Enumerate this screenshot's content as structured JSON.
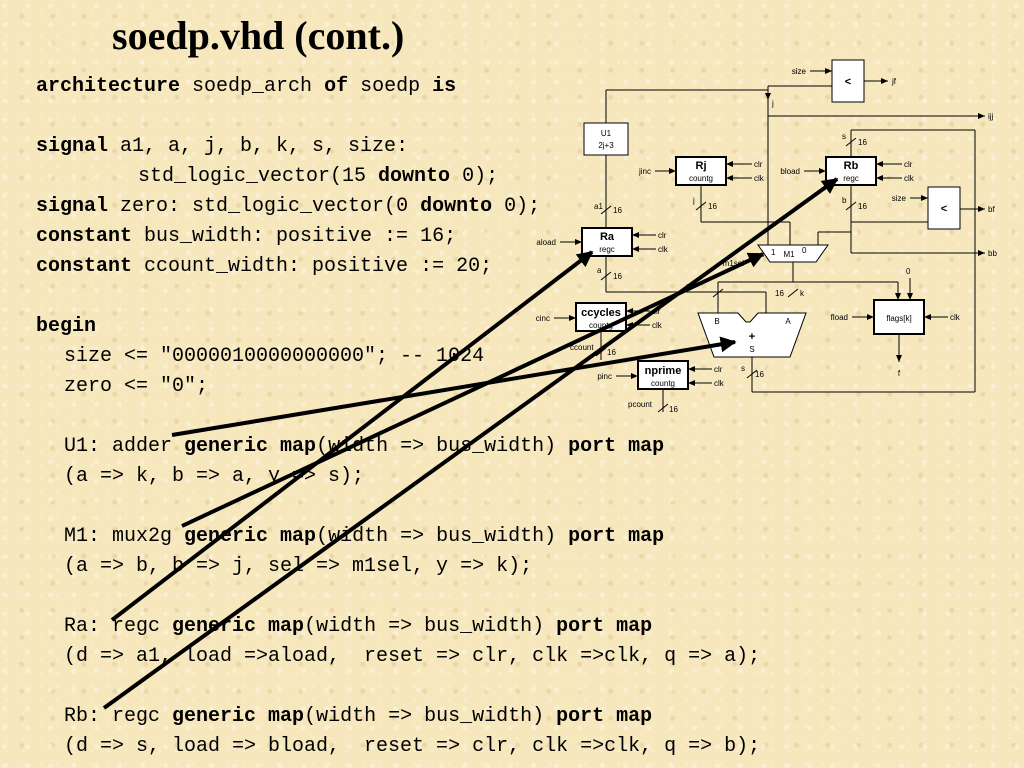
{
  "title": "soedp.vhd  (cont.)",
  "code": {
    "l1": {
      "k1": "architecture",
      "t1": " soedp_arch ",
      "k2": "of",
      "t2": " soedp ",
      "k3": "is"
    },
    "l2": {
      "k1": "signal",
      "t1": " a1, a, j, b, k, s, size:"
    },
    "l3": {
      "t1": "std_logic_vector(15 ",
      "k1": "downto",
      "t2": " 0);"
    },
    "l4": {
      "k1": "signal",
      "t1": " zero: std_logic_vector(0 ",
      "k2": "downto",
      "t2": " 0);"
    },
    "l5": {
      "k1": "constant",
      "t1": " bus_width: positive := 16;"
    },
    "l6": {
      "k1": "constant",
      "t1": " ccount_width: positive := 20;"
    },
    "l7": {
      "k1": "begin"
    },
    "l8": {
      "t1": "size <= \"0000010000000000\"; -- 1024"
    },
    "l9": {
      "t1": "zero <= \"0\";"
    },
    "l10": {
      "t1": "U1: adder ",
      "k1": "generic map",
      "t2": "(width => bus_width) ",
      "k2": "port map"
    },
    "l11": {
      "t1": "(a => k, b => a, y => s);"
    },
    "l12": {
      "t1": "M1: mux2g ",
      "k1": "generic map",
      "t2": "(width => bus_width) ",
      "k2": "port map"
    },
    "l13": {
      "t1": "(a => b, b => j, sel => m1sel, y => k);"
    },
    "l14": {
      "t1": "Ra: regc ",
      "k1": "generic map",
      "t2": "(width => bus_width) ",
      "k2": "port map"
    },
    "l15": {
      "t1": "(d => a1, load =>aload,  reset => clr, clk =>clk, q => a);"
    },
    "l16": {
      "t1": "Rb: regc ",
      "k1": "generic map",
      "t2": "(width => bus_width) ",
      "k2": "port map"
    },
    "l17": {
      "t1": "(d => s, load => bload,  reset => clr, clk =>clk, q => b);"
    }
  },
  "schematic": {
    "cmp_symbol": "<",
    "plus_symbol": "+",
    "size": "size",
    "jf": "jf",
    "j": "j",
    "ijj": "ijj",
    "u1_name": "U1",
    "u1_expr": "2j+3",
    "jinc": "jinc",
    "rj_name": "Rj",
    "countg": "countg",
    "regc": "regc",
    "clr": "clr",
    "clk": "clk",
    "bload": "bload",
    "rb_name": "Rb",
    "s": "s",
    "n16": "16",
    "b": "b",
    "bf": "bf",
    "bb": "bb",
    "a1": "a1",
    "aload": "aload",
    "ra_name": "Ra",
    "m1": "M1",
    "m1sel": "m1sel",
    "one": "1",
    "zero": "0",
    "a": "a",
    "k": "k",
    "fload": "fload",
    "flags": "flags[k]",
    "f": "f",
    "cinc": "cinc",
    "ccycles_name": "ccycles",
    "ccount": "ccount",
    "adder_b": "B",
    "adder_a": "A",
    "adder_s": "S",
    "pinc": "pinc",
    "nprime_name": "nprime",
    "pcount": "pcount"
  }
}
